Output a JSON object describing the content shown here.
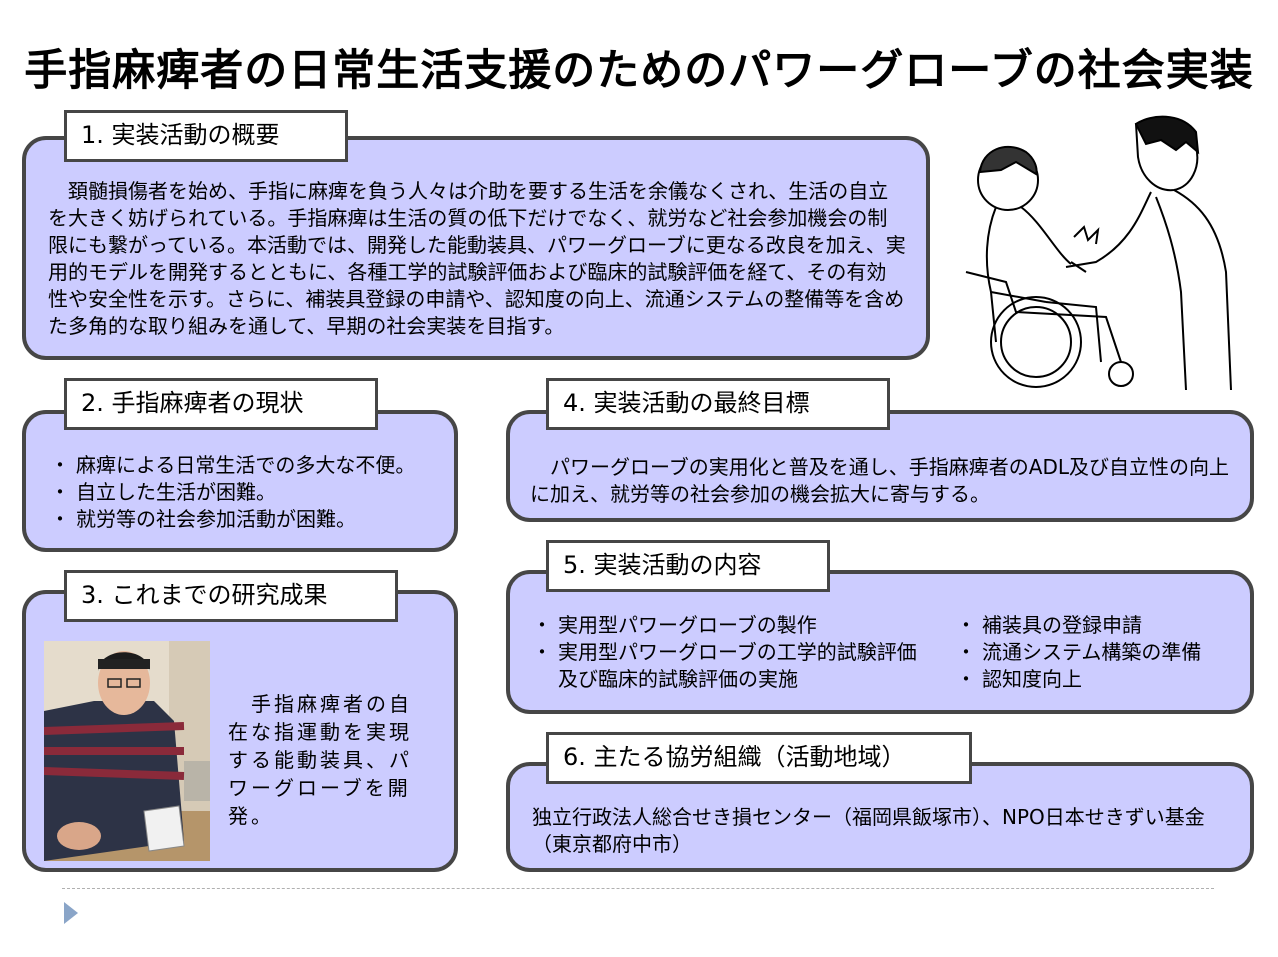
{
  "title": "手指麻痺者の日常生活支援のためのパワーグローブの社会実装",
  "section1": {
    "label": "1. 実装活動の概要",
    "text": "　頚髄損傷者を始め、手指に麻痺を負う人々は介助を要する生活を余儀なくされ、生活の自立を大きく妨げられている。手指麻痺は生活の質の低下だけでなく、就労など社会参加機会の制限にも繋がっている。本活動では、開発した能動装具、パワーグローブに更なる改良を加え、実用的モデルを開発するとともに、各種工学的試験評価および臨床的試験評価を経て、その有効性や安全性を示す。さらに、補装具登録の申請や、認知度の向上、流通システムの整備等を含めた多角的な取り組みを通して、早期の社会実装を目指す。"
  },
  "section2": {
    "label": "2. 手指麻痺者の現状",
    "bullet": "・",
    "items": [
      "麻痺による日常生活での多大な不便。",
      "自立した生活が困難。",
      "就労等の社会参加活動が困難。"
    ]
  },
  "section3": {
    "label": "3. これまでの研究成果",
    "text": "　手指麻痺者の自在な指運動を実現する能動装具、パワーグローブを開発。"
  },
  "section4": {
    "label": "4. 実装活動の最終目標",
    "text": "　パワーグローブの実用化と普及を通し、手指麻痺者のADL及び自立性の向上に加え、就労等の社会参加の機会拡大に寄与する。"
  },
  "section5": {
    "label": "5. 実装活動の内容",
    "bullet": "・",
    "left_items": [
      "実用型パワーグローブの製作",
      "実用型パワーグローブの工学的試験評価及び臨床的試験評価の実施"
    ],
    "right_items": [
      "補装具の登録申請",
      "流通システム構築の準備",
      "認知度向上"
    ]
  },
  "section6": {
    "label": "6. 主たる協労組織（活動地域）",
    "text": "独立行政法人総合せき損センター（福岡県飯塚市）、NPO日本せきずい基金（東京都府中市）"
  },
  "colors": {
    "box_fill": "#ccccff",
    "box_border": "#464646",
    "footer_triangle": "#8aa5c8"
  },
  "icons": {
    "footer": "play-triangle-icon"
  }
}
